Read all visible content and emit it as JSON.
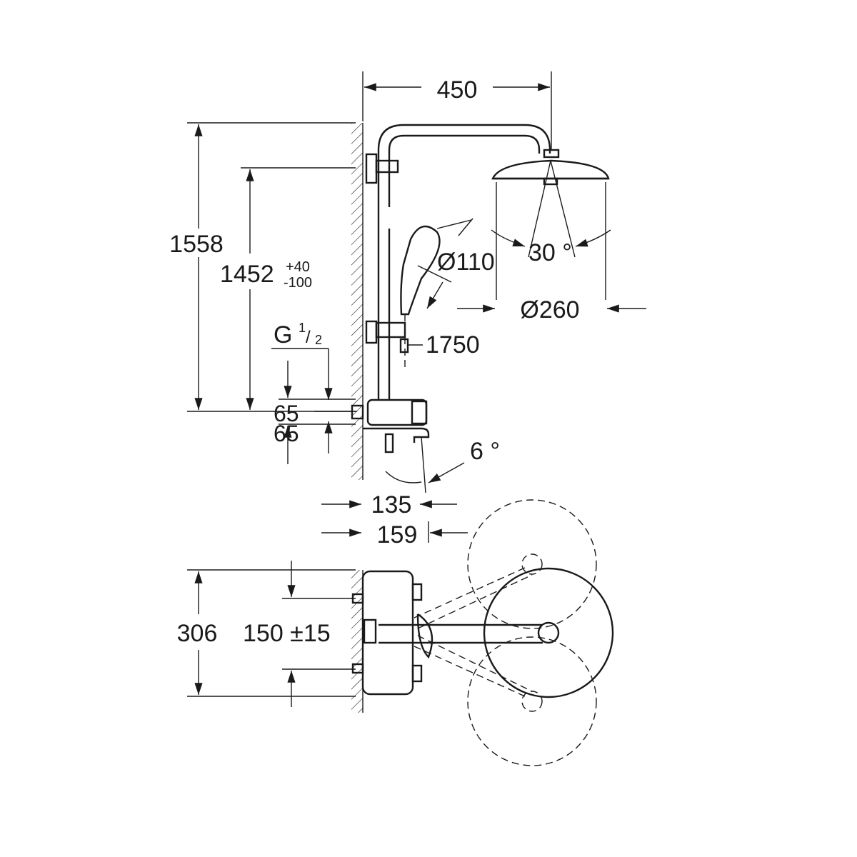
{
  "drawing": {
    "width_top": "450",
    "height_total": "1558",
    "height_outlet": "1452",
    "height_outlet_tol_plus": "+40",
    "height_outlet_tol_minus": "-100",
    "thread_g": "G",
    "thread_num": "1",
    "thread_slash": "/",
    "thread_den": "2",
    "inlet_offset_upper": "65",
    "inlet_offset_lower": "65",
    "hand_shower_diameter": "Ø110",
    "spray_angle": "30 °",
    "head_shower_diameter": "Ø260",
    "hose_length": "1750",
    "spout_angle": "6 °",
    "projection_135": "135",
    "projection_159": "159",
    "plan_height": "306",
    "plan_centres": "150 ±15"
  },
  "colors": {
    "line": "#1a1a1a",
    "background": "#ffffff"
  }
}
